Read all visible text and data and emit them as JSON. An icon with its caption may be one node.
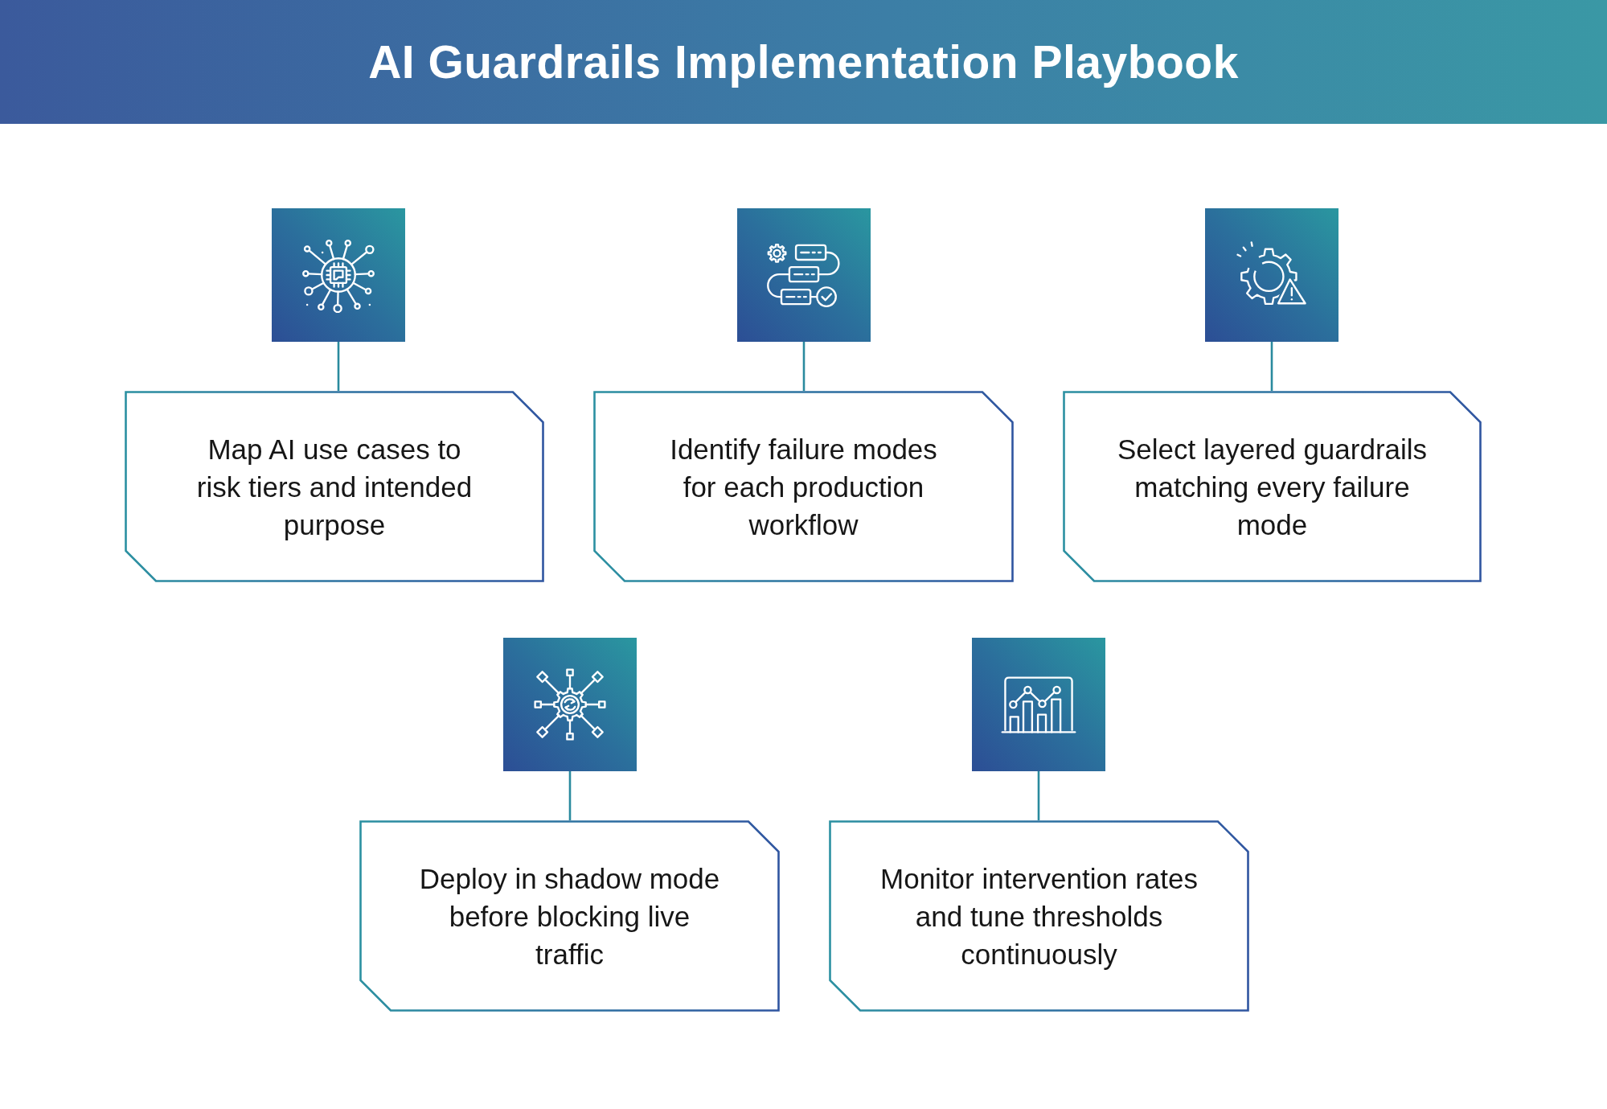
{
  "diagram": {
    "title": "AI Guardrails Implementation Playbook",
    "nodes": [
      {
        "text": [],
        "shape": "picture"
      },
      {
        "text": [
          "Map AI use cases to risk tiers and intended purpose"
        ]
      },
      {
        "text": [],
        "shape": "picture"
      },
      {
        "text": [
          "Identify failure modes for each production workflow"
        ]
      },
      {
        "text": [],
        "shape": "picture"
      },
      {
        "text": [
          "Select layered guardrails matching every failure mode"
        ]
      },
      {
        "text": [],
        "shape": "picture"
      },
      {
        "text": [
          "Deploy in shadow mode before blocking live traffic"
        ]
      },
      {
        "text": [],
        "shape": "picture"
      },
      {
        "text": [
          "Monitor intervention rates and tune thresholds continuously"
        ]
      }
    ],
    "edges": [
      {
        "from": 0,
        "to": 1,
        "arrow": "none"
      },
      {
        "from": 2,
        "to": 3,
        "arrow": "none"
      },
      {
        "from": 4,
        "to": 5,
        "arrow": "none"
      },
      {
        "from": 6,
        "to": 7,
        "arrow": "none"
      },
      {
        "from": 8,
        "to": 9,
        "arrow": "none"
      }
    ]
  }
}
